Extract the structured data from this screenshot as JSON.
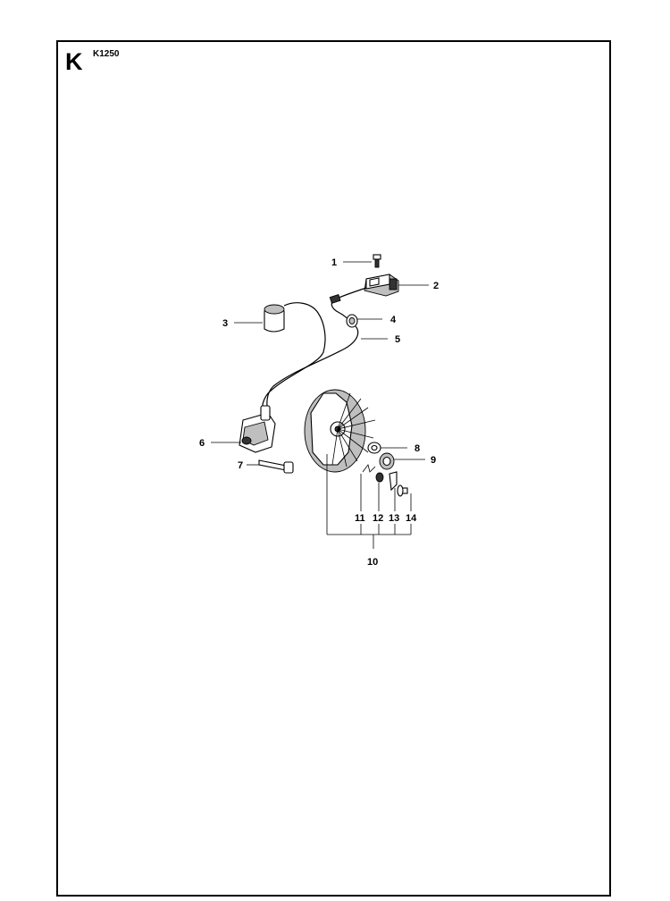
{
  "section_letter": "K",
  "model": "K1250",
  "callouts": {
    "c1": "1",
    "c2": "2",
    "c3": "3",
    "c4": "4",
    "c5": "5",
    "c6": "6",
    "c7": "7",
    "c8": "8",
    "c9": "9",
    "c10": "10",
    "c11": "11",
    "c12": "12",
    "c13": "13",
    "c14": "14"
  }
}
